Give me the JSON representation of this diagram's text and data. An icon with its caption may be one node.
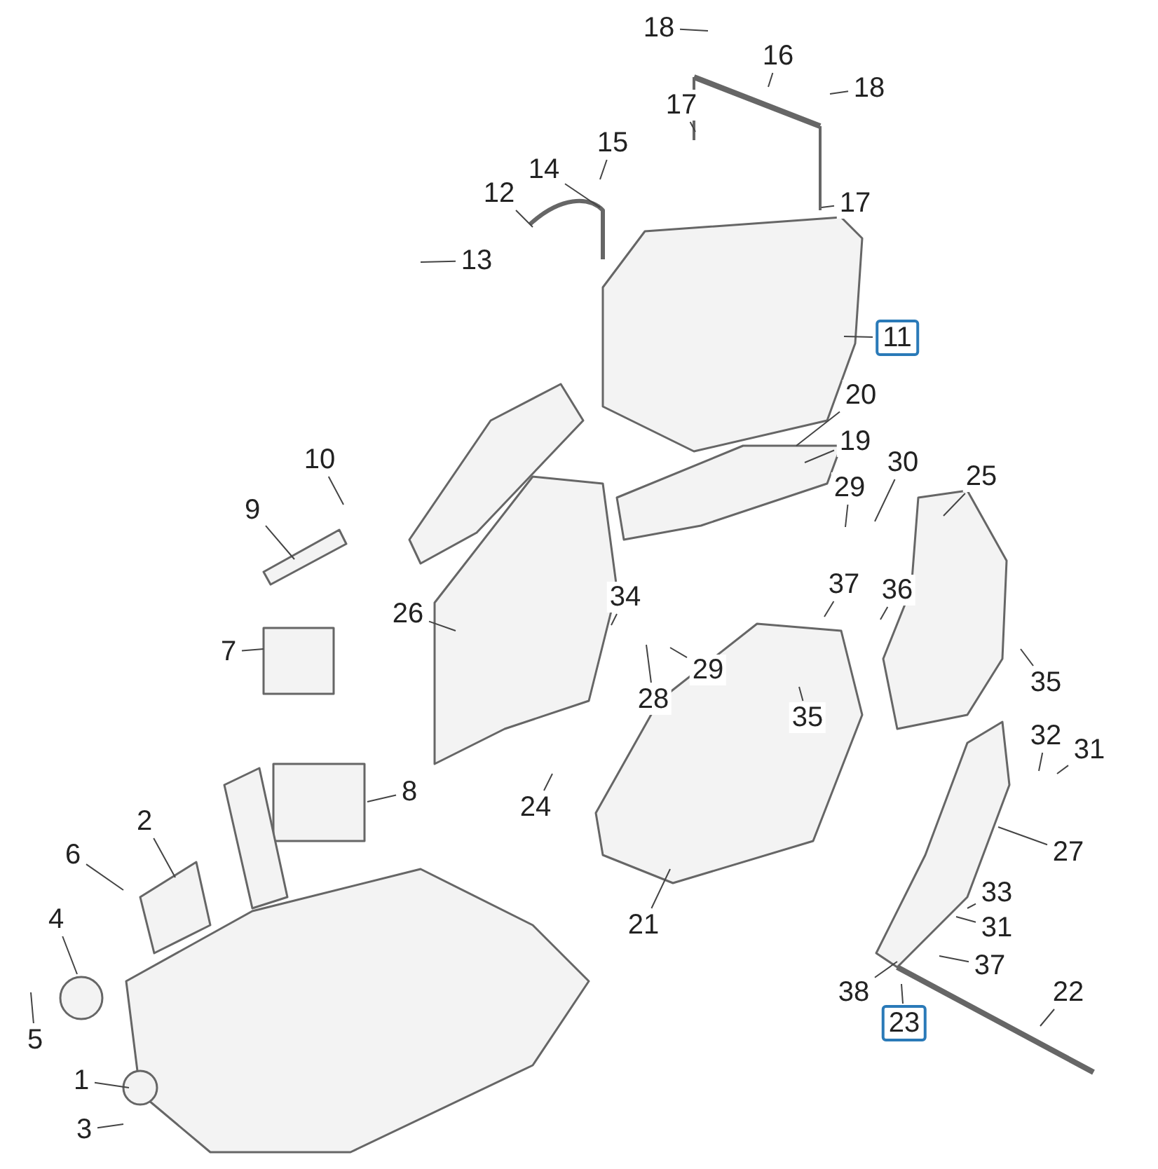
{
  "diagram": {
    "nodes": [
      {
        "text": [
          "18"
        ]
      },
      {
        "text": [
          "16"
        ]
      },
      {
        "text": [
          "18"
        ]
      },
      {
        "text": [
          "17"
        ]
      },
      {
        "text": [
          "15"
        ]
      },
      {
        "text": [
          "14"
        ]
      },
      {
        "text": [
          "17"
        ]
      },
      {
        "text": [
          "12"
        ]
      },
      {
        "text": [
          "13"
        ]
      },
      {
        "text": [
          "11"
        ]
      },
      {
        "text": [
          "20"
        ]
      },
      {
        "text": [
          "19"
        ]
      },
      {
        "text": [
          "10"
        ]
      },
      {
        "text": [
          "29"
        ]
      },
      {
        "text": [
          "30"
        ]
      },
      {
        "text": [
          "25"
        ]
      },
      {
        "text": [
          "9"
        ]
      },
      {
        "text": [
          "37"
        ]
      },
      {
        "text": [
          "36"
        ]
      },
      {
        "text": [
          "34"
        ]
      },
      {
        "text": [
          "26"
        ]
      },
      {
        "text": [
          "7"
        ]
      },
      {
        "text": [
          "29"
        ]
      },
      {
        "text": [
          "28"
        ]
      },
      {
        "text": [
          "35"
        ]
      },
      {
        "text": [
          "35"
        ]
      },
      {
        "text": [
          "32"
        ]
      },
      {
        "text": [
          "31"
        ]
      },
      {
        "text": [
          "8"
        ]
      },
      {
        "text": [
          "24"
        ]
      },
      {
        "text": [
          "2"
        ]
      },
      {
        "text": [
          "27"
        ]
      },
      {
        "text": [
          "6"
        ]
      },
      {
        "text": [
          "21"
        ]
      },
      {
        "text": [
          "4"
        ]
      },
      {
        "text": [
          "33"
        ]
      },
      {
        "text": [
          "31"
        ]
      },
      {
        "text": [
          "37"
        ]
      },
      {
        "text": [
          "38"
        ]
      },
      {
        "text": [
          "23"
        ]
      },
      {
        "text": [
          "22"
        ]
      },
      {
        "text": [
          "5"
        ]
      },
      {
        "text": [
          "1"
        ]
      },
      {
        "text": [
          "3"
        ]
      }
    ],
    "edges": [
      {
        "from": 0,
        "to": null,
        "arrow": "none"
      },
      {
        "from": 1,
        "to": null,
        "arrow": "none"
      },
      {
        "from": 2,
        "to": null,
        "arrow": "none"
      },
      {
        "from": 3,
        "to": null,
        "arrow": "none"
      },
      {
        "from": 4,
        "to": null,
        "arrow": "none"
      },
      {
        "from": 5,
        "to": null,
        "arrow": "none"
      },
      {
        "from": 6,
        "to": null,
        "arrow": "none"
      },
      {
        "from": 7,
        "to": null,
        "arrow": "none"
      },
      {
        "from": 8,
        "to": null,
        "arrow": "none"
      },
      {
        "from": 9,
        "to": null,
        "arrow": "none"
      },
      {
        "from": 10,
        "to": null,
        "arrow": "none"
      },
      {
        "from": 11,
        "to": null,
        "arrow": "none"
      },
      {
        "from": 12,
        "to": null,
        "arrow": "none"
      },
      {
        "from": 13,
        "to": null,
        "arrow": "none"
      },
      {
        "from": 14,
        "to": null,
        "arrow": "none"
      },
      {
        "from": 15,
        "to": null,
        "arrow": "none"
      },
      {
        "from": 16,
        "to": null,
        "arrow": "none"
      },
      {
        "from": 17,
        "to": null,
        "arrow": "none"
      },
      {
        "from": 18,
        "to": null,
        "arrow": "none"
      },
      {
        "from": 19,
        "to": null,
        "arrow": "none"
      },
      {
        "from": 20,
        "to": null,
        "arrow": "none"
      },
      {
        "from": 21,
        "to": null,
        "arrow": "none"
      },
      {
        "from": 22,
        "to": null,
        "arrow": "none"
      },
      {
        "from": 23,
        "to": null,
        "arrow": "none"
      },
      {
        "from": 24,
        "to": null,
        "arrow": "none"
      },
      {
        "from": 25,
        "to": null,
        "arrow": "none"
      },
      {
        "from": 26,
        "to": null,
        "arrow": "none"
      },
      {
        "from": 27,
        "to": null,
        "arrow": "none"
      },
      {
        "from": 28,
        "to": null,
        "arrow": "none"
      },
      {
        "from": 29,
        "to": null,
        "arrow": "none"
      },
      {
        "from": 30,
        "to": null,
        "arrow": "none"
      },
      {
        "from": 31,
        "to": null,
        "arrow": "none"
      },
      {
        "from": 32,
        "to": null,
        "arrow": "none"
      },
      {
        "from": 33,
        "to": null,
        "arrow": "none"
      },
      {
        "from": 34,
        "to": null,
        "arrow": "none"
      },
      {
        "from": 35,
        "to": null,
        "arrow": "none"
      },
      {
        "from": 36,
        "to": null,
        "arrow": "none"
      },
      {
        "from": 37,
        "to": null,
        "arrow": "none"
      },
      {
        "from": 38,
        "to": null,
        "arrow": "none"
      },
      {
        "from": 39,
        "to": null,
        "arrow": "none"
      },
      {
        "from": 40,
        "to": null,
        "arrow": "none"
      },
      {
        "from": 41,
        "to": null,
        "arrow": "none"
      },
      {
        "from": 42,
        "to": null,
        "arrow": "none"
      },
      {
        "from": 43,
        "to": null,
        "arrow": "none"
      }
    ]
  }
}
